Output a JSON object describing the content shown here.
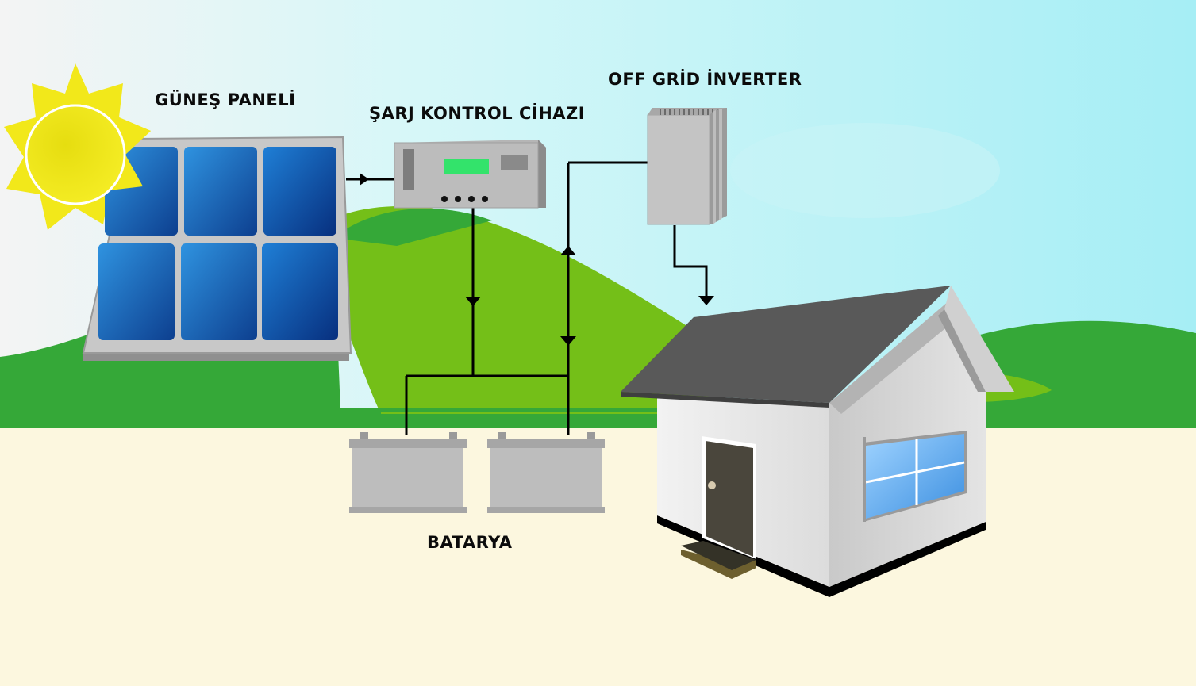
{
  "labels": {
    "solar_panel": "GÜNEŞ PANELİ",
    "charge_controller": "ŞARJ KONTROL CİHAZI",
    "inverter": "OFF GRİD İNVERTER",
    "battery": "BATARYA"
  },
  "colors": {
    "sky_top": "#a8f0f5",
    "sky_left": "#f4f4f4",
    "ground": "#fcf7df",
    "hill_dark": "#35a838",
    "hill_light": "#74bf18",
    "sun": "#f2e81a",
    "panel_cell": "#1a6fc4",
    "device_grey": "#b9b9b9",
    "lcd_green": "#33e36b",
    "roof": "#595959",
    "wire": "#000000"
  }
}
